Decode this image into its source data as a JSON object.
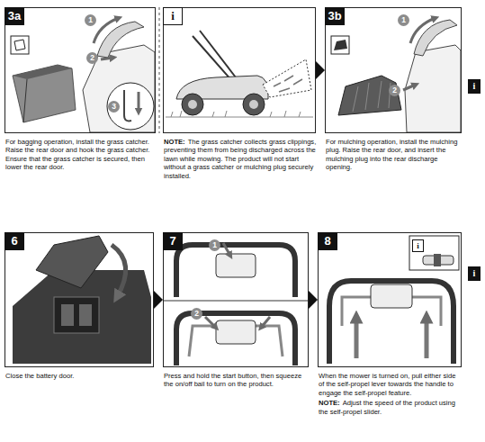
{
  "diagram": {
    "nodes": [
      {
        "text": [
          "3a",
          "For bagging operation, install the grass catcher. Raise the rear door and hook the grass catcher. Ensure that the grass catcher is secured, then lower the rear door."
        ]
      },
      {
        "text": [
          "i",
          "NOTE:",
          "The grass catcher collects grass clippings, preventing them from being discharged across the lawn while mowing. The product will not start without a grass catcher or mulching plug securely installed."
        ]
      },
      {
        "text": [
          "3b",
          "For mulching operation, install the mulching plug. Raise the rear door, and insert the mulching plug into the rear discharge opening."
        ]
      },
      {
        "text": [
          "6",
          "Close the battery door."
        ]
      },
      {
        "text": [
          "7",
          "Press and hold the start button, then squeeze the on/off bail to turn on the product."
        ]
      },
      {
        "text": [
          "8",
          "When the mower is turned on, pull either side of the self-propel lever towards the handle to engage the self-propel feature.",
          "NOTE:",
          "Adjust the speed of the product using the self-propel slider."
        ]
      }
    ],
    "edges": [
      {
        "from": 1,
        "to": 2,
        "arrow": "to"
      },
      {
        "from": 3,
        "to": 4,
        "arrow": "to"
      },
      {
        "from": 4,
        "to": 5,
        "arrow": "to"
      }
    ],
    "labels": [
      "1",
      "2",
      "3",
      "1",
      "2",
      "i",
      "1",
      "2",
      "i",
      "i"
    ]
  }
}
